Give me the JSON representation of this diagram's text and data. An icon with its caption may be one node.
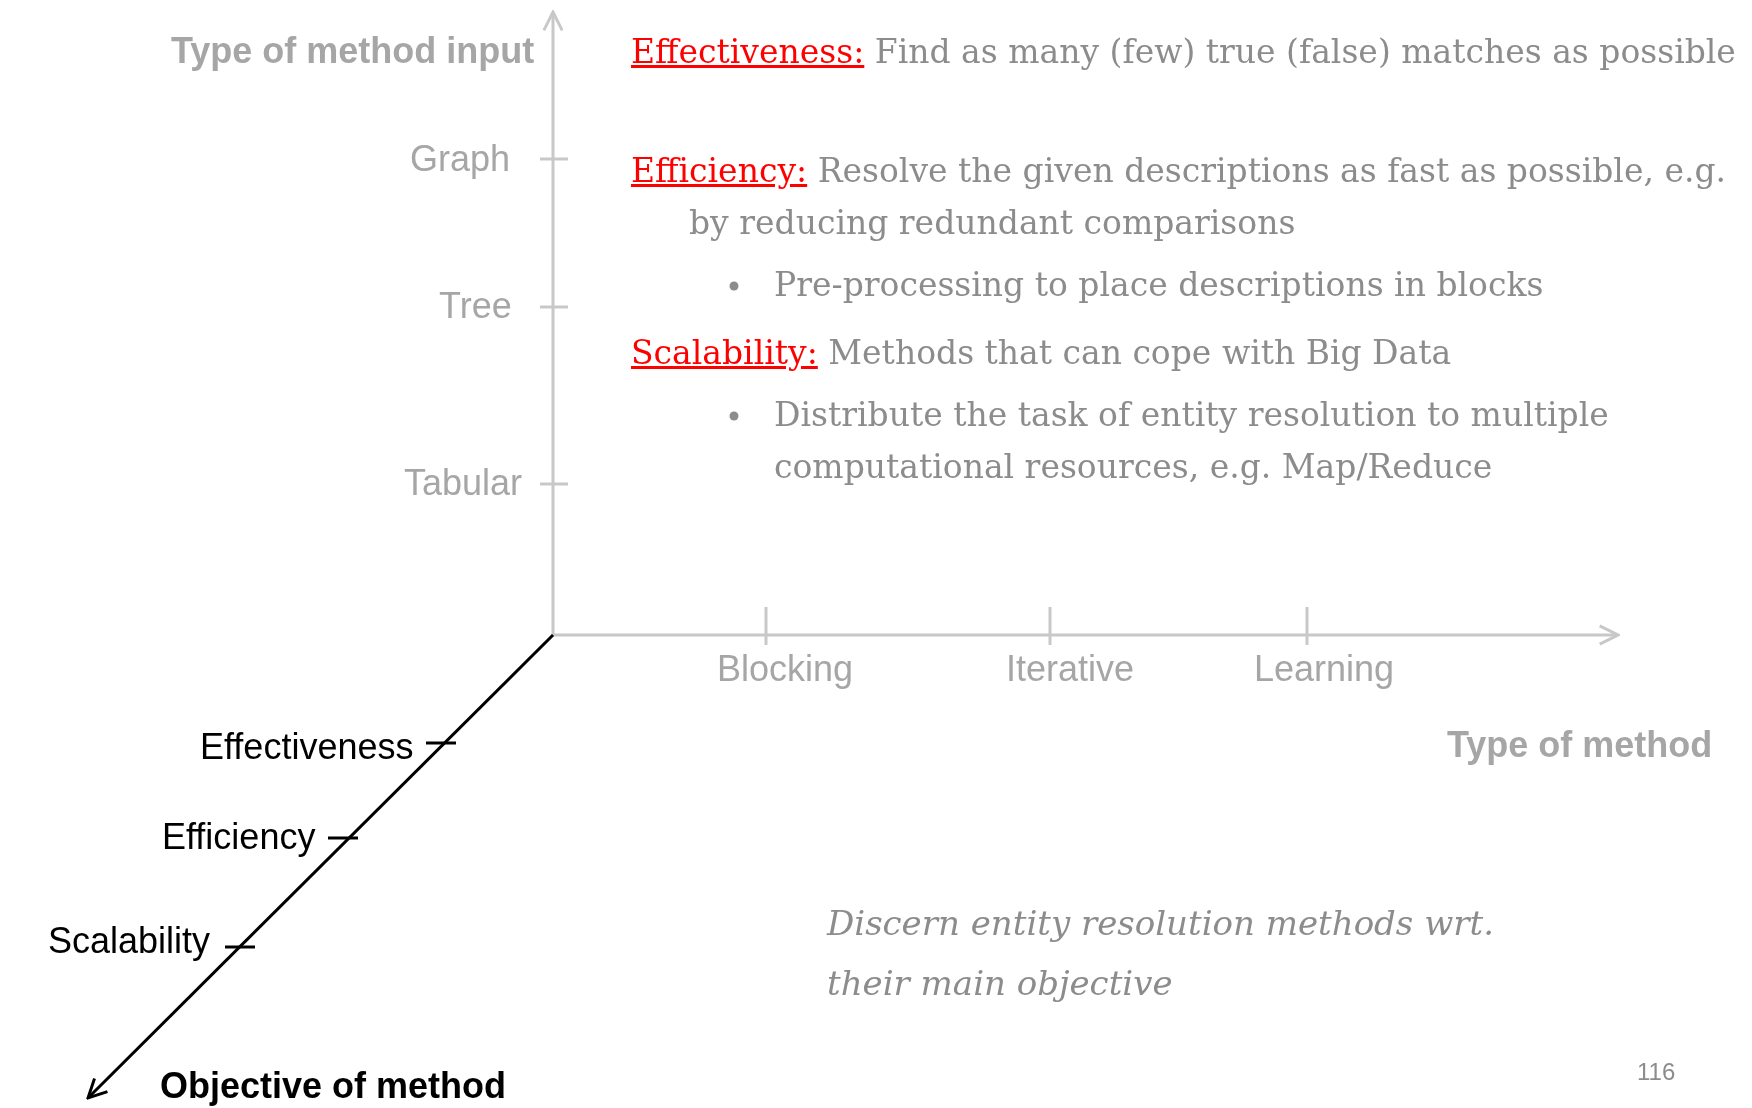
{
  "diagram": {
    "labels": [
      "Type of method input",
      "Graph",
      "Tree",
      "Tabular",
      "Effectiveness: Find as many (few) true (false) matches as possible",
      "Efficiency: Resolve the given descriptions as fast as possible, e.g. by reducing redundant comparisons",
      "Pre-processing to place descriptions in blocks",
      "Scalability: Methods that can cope with Big Data",
      "Distribute the task of entity resolution to multiple computational resources, e.g. Map/Reduce",
      "Blocking",
      "Iterative",
      "Learning",
      "Type of method",
      "Effectiveness",
      "Efficiency",
      "Scalability",
      "Discern entity resolution methods wrt. their main objective",
      "Objective of method",
      "116"
    ]
  }
}
